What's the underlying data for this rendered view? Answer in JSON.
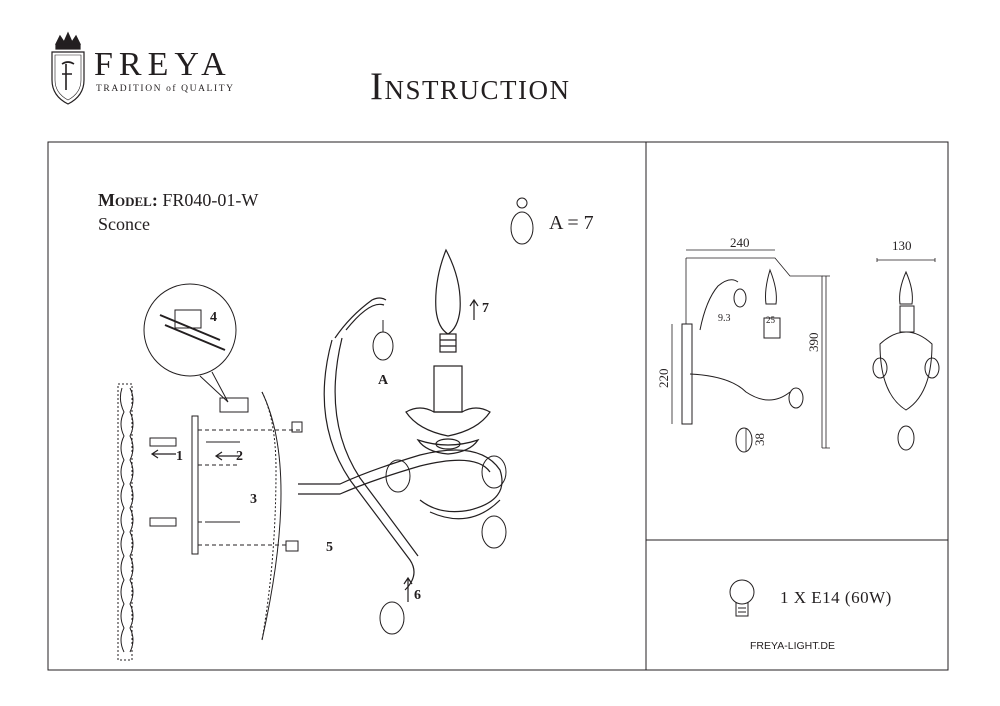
{
  "header": {
    "brand": "FREYA",
    "tagline": "TRADITION of QUALITY",
    "title": "Instruction"
  },
  "product": {
    "model_label": "Model:",
    "model_code": "FR040-01-W",
    "type": "Sconce",
    "crystal_count": "A = 7"
  },
  "assembly_steps": [
    "1",
    "2",
    "3",
    "4",
    "5",
    "6",
    "7"
  ],
  "crystal_callout": "A",
  "dimensions": {
    "width": "240",
    "depth": "130",
    "height": "390",
    "backplate_height": "220",
    "drop": "38",
    "arm_offset": "9.3",
    "cup": "25"
  },
  "bulb": {
    "spec": "1 X E14 (60W)"
  },
  "website": "FREYA-LIGHT.DE"
}
